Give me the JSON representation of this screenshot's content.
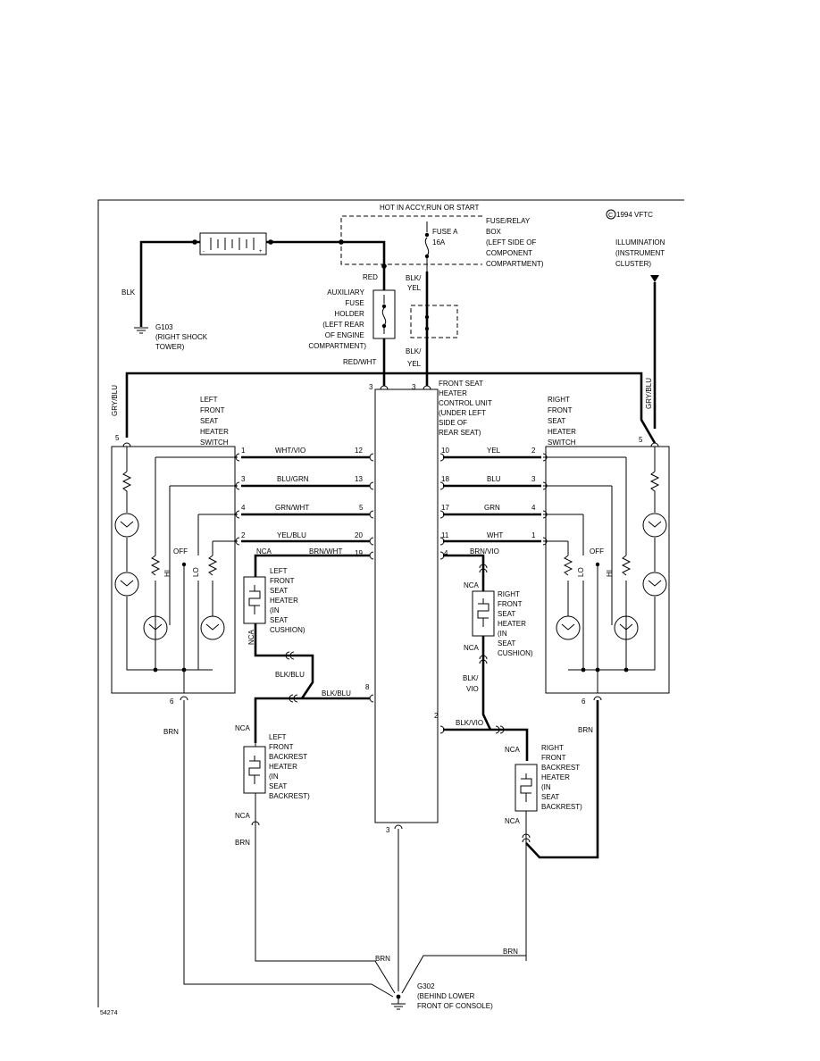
{
  "header": {
    "hot_in": "HOT IN ACCY,RUN OR START",
    "copyright": "1994 VFTC",
    "copyright_symbol": "C",
    "figure_number": "54274"
  },
  "fuse_box": {
    "lines": [
      "FUSE/RELAY",
      "BOX",
      "(LEFT SIDE OF",
      "COMPONENT",
      "COMPARTMENT)"
    ],
    "fuse_lines": [
      "FUSE A",
      "16A"
    ]
  },
  "illumination": {
    "lines": [
      "ILLUMINATION",
      "(INSTRUMENT",
      "CLUSTER)"
    ]
  },
  "ground_g103": {
    "lines": [
      "G103",
      "(RIGHT SHOCK",
      "TOWER)"
    ]
  },
  "ground_g302": {
    "lines": [
      "G302",
      "(BEHIND LOWER",
      "FRONT OF CONSOLE)"
    ]
  },
  "aux_fuse": {
    "lines": [
      "AUXILIARY",
      "FUSE",
      "HOLDER",
      "(LEFT REAR",
      "OF ENGINE",
      "COMPARTMENT)"
    ]
  },
  "control_unit": {
    "lines": [
      "FRONT SEAT",
      "HEATER",
      "CONTROL UNIT",
      "(UNDER LEFT",
      "SIDE OF",
      "REAR SEAT)"
    ]
  },
  "left_switch": {
    "lines": [
      "LEFT",
      "FRONT",
      "SEAT",
      "HEATER",
      "SWITCH"
    ]
  },
  "right_switch": {
    "lines": [
      "RIGHT",
      "FRONT",
      "SEAT",
      "HEATER",
      "SWITCH"
    ]
  },
  "left_cushion": {
    "lines": [
      "LEFT",
      "FRONT",
      "SEAT",
      "HEATER",
      "(IN",
      "SEAT",
      "CUSHION)"
    ]
  },
  "right_cushion": {
    "lines": [
      "RIGHT",
      "FRONT",
      "SEAT",
      "HEATER",
      "(IN",
      "SEAT",
      "CUSHION)"
    ]
  },
  "left_backrest": {
    "lines": [
      "LEFT",
      "FRONT",
      "BACKREST",
      "HEATER",
      "(IN",
      "SEAT",
      "BACKREST)"
    ]
  },
  "right_backrest": {
    "lines": [
      "RIGHT",
      "FRONT",
      "BACKREST",
      "HEATER",
      "(IN",
      "SEAT",
      "BACKREST)"
    ]
  },
  "wire_colors": {
    "blk": "BLK",
    "red": "RED",
    "blk_yel_1": "BLK/",
    "blk_yel_2": "YEL",
    "blk_yel_3": "BLK/",
    "blk_yel_4": "YEL",
    "red_wht": "RED/WHT",
    "gry_blu_left": "GRY/BLU",
    "gry_blu_right": "GRY/BLU",
    "wht_vio": "WHT/VIO",
    "blu_grn": "BLU/GRN",
    "grn_wht": "GRN/WHT",
    "yel_blu": "YEL/BLU",
    "brn_wht": "BRN/WHT",
    "yel": "YEL",
    "blu": "BLU",
    "grn": "GRN",
    "wht": "WHT",
    "brn_vio": "BRN/VIO",
    "blk_blu_1": "BLK/BLU",
    "blk_blu_2": "BLK/BLU",
    "blk_vio_1": "BLK/",
    "blk_vio_2": "VIO",
    "blk_vio_3": "BLK/VIO",
    "brn_1": "BRN",
    "brn_2": "BRN",
    "brn_3": "BRN",
    "brn_4": "BRN",
    "brn_5": "BRN"
  },
  "pins": {
    "cu_top_left": "3",
    "cu_top_right": "3",
    "cu_12": "12",
    "cu_13": "13",
    "cu_5": "5",
    "cu_20": "20",
    "cu_19": "19",
    "cu_10": "10",
    "cu_18": "18",
    "cu_17": "17",
    "cu_11": "11",
    "cu_4": "4",
    "cu_8": "8",
    "cu_2": "2",
    "cu_3_bottom": "3",
    "ls_5": "5",
    "ls_1": "1",
    "ls_3": "3",
    "ls_4": "4",
    "ls_2": "2",
    "ls_6": "6",
    "rs_5": "5",
    "rs_2": "2",
    "rs_3": "3",
    "rs_4": "4",
    "rs_1": "1",
    "rs_6": "6"
  },
  "switch_labels": {
    "l_hi": "HI",
    "l_off": "OFF",
    "l_lo": "LO",
    "r_lo": "LO",
    "r_off": "OFF",
    "r_hi": "HI"
  },
  "nca": {
    "n1": "NCA",
    "n2": "NCA",
    "n3": "NCA",
    "n4": "NCA",
    "n5": "NCA",
    "n6": "NCA",
    "n7": "NCA",
    "n8": "NCA"
  }
}
